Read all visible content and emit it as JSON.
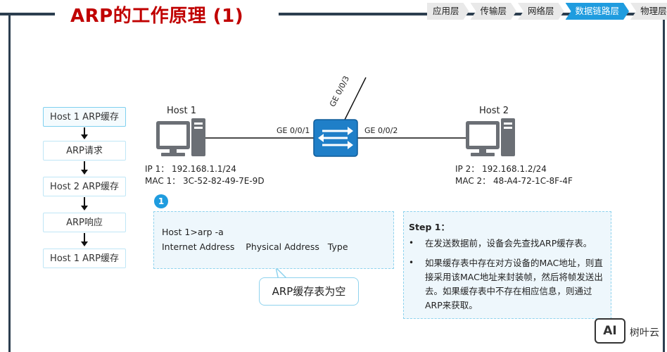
{
  "title": "ARP的工作原理 (1)",
  "breadcrumb": [
    {
      "label": "应用层",
      "active": false
    },
    {
      "label": "传输层",
      "active": false
    },
    {
      "label": "网络层",
      "active": false
    },
    {
      "label": "数据链路层",
      "active": true
    },
    {
      "label": "物理层",
      "active": false
    }
  ],
  "flow": [
    "Host 1 ARP缓存",
    "ARP请求",
    "Host 2 ARP缓存",
    "ARP响应",
    "Host 1 ARP缓存"
  ],
  "host1": {
    "name": "Host 1",
    "ip": "IP 1：  192.168.1.1/24",
    "mac": "MAC 1：  3C-52-82-49-7E-9D"
  },
  "host2": {
    "name": "Host 2",
    "ip": "IP 2：  192.168.1.2/24",
    "mac": "MAC 2：  48-A4-72-1C-8F-4F"
  },
  "ports": {
    "left": "GE 0/0/1",
    "right": "GE 0/0/2",
    "up": "GE 0/0/3"
  },
  "badge": "1",
  "cache": {
    "command": "Host 1>arp -a",
    "header": "Internet Address    Physical Address   Type"
  },
  "empty_note": "ARP缓存表为空",
  "step": {
    "title": "Step 1：",
    "items": [
      "在发送数据前，设备会先查找ARP缓存表。",
      "如果缓存表中存在对方设备的MAC地址，则直接采用该MAC地址来封装帧，然后将帧发送出去。如果缓存表中不存在相应信息，则通过ARP来获取。"
    ]
  },
  "watermark": {
    "logo": "AI",
    "text": "树叶云"
  },
  "colors": {
    "title": "#c00000",
    "accent": "#1f9cdf",
    "dark": "#2c3e4f"
  }
}
